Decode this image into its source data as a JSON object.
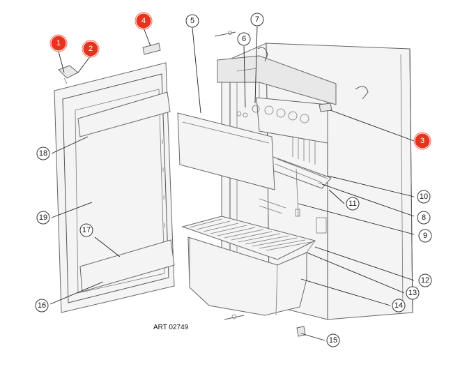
{
  "art_number": "ART 02749",
  "highlight_color": "#e8321e",
  "callouts": [
    {
      "id": "1",
      "highlighted": true
    },
    {
      "id": "2",
      "highlighted": true
    },
    {
      "id": "3",
      "highlighted": true
    },
    {
      "id": "4",
      "highlighted": true
    },
    {
      "id": "5",
      "highlighted": false
    },
    {
      "id": "6",
      "highlighted": false
    },
    {
      "id": "7",
      "highlighted": false
    },
    {
      "id": "8",
      "highlighted": false
    },
    {
      "id": "9",
      "highlighted": false
    },
    {
      "id": "10",
      "highlighted": false
    },
    {
      "id": "11",
      "highlighted": false
    },
    {
      "id": "12",
      "highlighted": false
    },
    {
      "id": "13",
      "highlighted": false
    },
    {
      "id": "14",
      "highlighted": false
    },
    {
      "id": "15",
      "highlighted": false
    },
    {
      "id": "16",
      "highlighted": false
    },
    {
      "id": "17",
      "highlighted": false
    },
    {
      "id": "18",
      "highlighted": false
    },
    {
      "id": "19",
      "highlighted": false
    }
  ]
}
